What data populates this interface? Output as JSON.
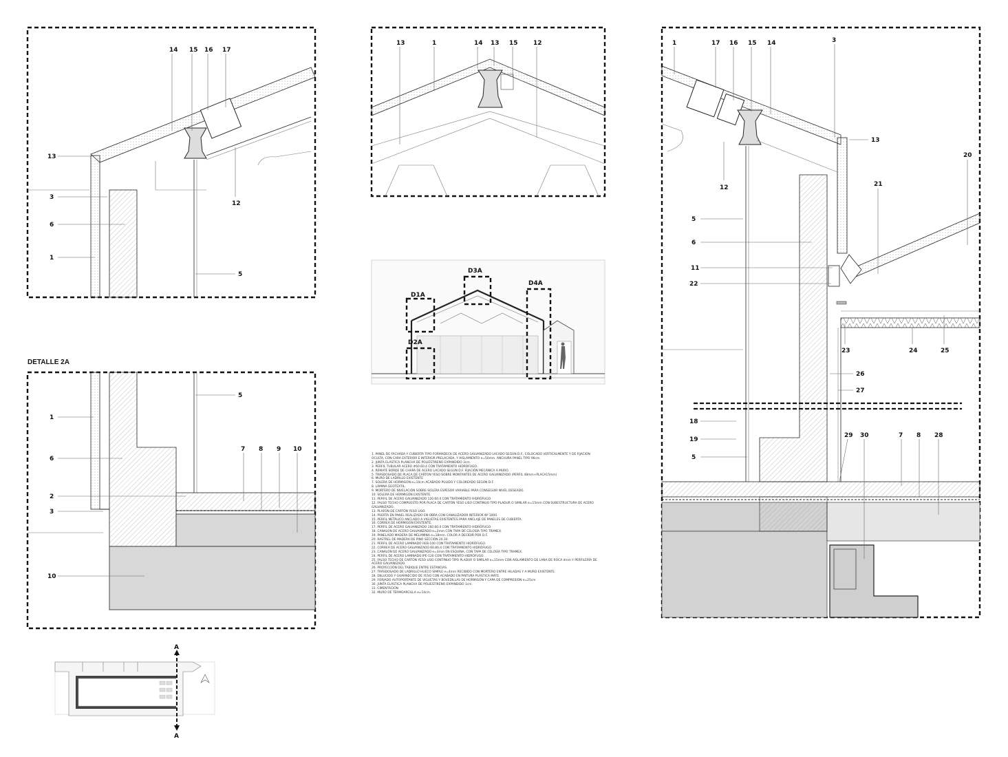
{
  "title_detail_2a": "DETALLE 2A",
  "key_labels": [
    "D1A",
    "D2A",
    "D3A",
    "D4A"
  ],
  "plan_markers": [
    "A",
    "A"
  ],
  "panels": {
    "d1a": [
      "14",
      "15",
      "16",
      "17",
      "13",
      "3",
      "6",
      "1",
      "12",
      "5"
    ],
    "d3a": [
      "13",
      "1",
      "14",
      "13",
      "15",
      "12"
    ],
    "d2a": [
      "5",
      "1",
      "6",
      "7",
      "8",
      "9",
      "10",
      "2",
      "3",
      "10"
    ],
    "d4a": [
      "1",
      "17",
      "16",
      "15",
      "14",
      "3",
      "13",
      "20",
      "21",
      "12",
      "5",
      "6",
      "11",
      "22",
      "23",
      "24",
      "25",
      "26",
      "27",
      "18",
      "19",
      "5",
      "29",
      "30",
      "7",
      "8",
      "28"
    ]
  },
  "legend": [
    "1. PANEL DE FACHADA Y CUBIERTA TIPO FORMADECK DE ACERO GALVANIZADO LACADO SEGÚN D.F., COLOCADO VERTICALMENTE Y DE FIJACIÓN OCULTA, CON CARA EXTERIOR E INTERIOR PRELACADA, Y AISLAMIENTO e=50mm. ANCHURA PANEL TIPO 96cm.",
    "2. JUNTA ELÁSTICA PLANCHA DE POLIESTIRENO EXPANDIDO 3cm.",
    "3. PERFIL TUBULAR ACERO #60.60.4 CON TRATAMIENTO HIDRÓFUGO.",
    "4. REMATE BORDE DE CHAPA DE ACERO LACADO SEGÚN D.F. FIJACIÓN MECÁNICA A MURO.",
    "5. TRASDOSADO DE PLACA DE CARTÓN YESO SOBRE MONTANTES DE ACERO GALVANIZADO (PERFIL 48mm+PLACA15mm)",
    "6. MURO DE LADRILLO EXISTENTE",
    "7. SOLERA DE HORMIGÓN e=10cm ACABADO PULIDO Y COLOREADO SEGÚN D.F.",
    "8. LÁMINA GEOTEXTIL.",
    "9. MORTERO DE NIVELACIÓN SOBRE SOLERA ESPESOR VARIABLE PARA CONSEGUIR NIVEL DESEADO.",
    "10. SOLERA DE HORMIGÓN EXISTENTE.",
    "11. PERFIL DE ACERO GALVANIZADO 120.60.4 CON TRATAMIENTO HIDRÓFUGO.",
    "12. FALSO TECHO COMPUESTO POR PLACA DE CARTÓN YESO LISO CONTINUO TIPO PLADUR O SIMILAR e=15mm CON SUBESTRUCTURA DE ACERO GALVANIZADO.",
    "13. PLAFÓN DE CARTÓN YESO LISO.",
    "14. PUERTA EN PANEL REALIZADO EN OBRA CON CANALIZADOR INTERIOR Nº 1000.",
    "15. PERFIL METÁLICO ANCLADO A VIGUETAS EXISTENTES PARA ANCLAJE DE PANELES DE CUBIERTA.",
    "16. CORREA DE HORMIGÓN EXISTENTE.",
    "17. PERFIL DE ACERO GALVANIZADO 160.60.4 CON TRATAMIENTO HIDRÓFUGO.",
    "18. CANALÓN DE ACERO GALVANIZADO e=2mm CON TAPA DE CELOSÍA TIPO TRAMEX.",
    "19. PANELADO MADERA DE MELAMINA e=18mm. COLOR A DECIDIR POR D.F.",
    "20. RASTREL DE MADERA DE PINO SECCIÓN 20.30.",
    "21. PERFIL DE ACERO LAMINADO HEB-100 CON TRATAMIENTO HIDRÓFUGO.",
    "22. CORREA DE ACERO GALVANIZADO 60.80.4 CON TRATAMIENTO HIDRÓFUGO.",
    "23. CANALÓN DE ACERO GALVANIZADO e=3mm EN ESQUINA, CON TAPA DE CELOSÍA TIPO TRAMEX.",
    "24. PERFIL DE ACERO LAMINADO IPE-120 CON TRATAMIENTO HIDRÓFUGO.",
    "25. FALSO TECHO DE CARTÓN YESO LISO CONTINUO TIPO PLADUR O SIMILAR e=15mm CON AISLAMIENTO DE LANA DE ROCA 4mm Y PERFILERÍA DE ACERO GALVANIZADO.",
    "26. PROYECCIÓN DEL TABIQUE ENTRE ESTANCIAS.",
    "27. TRASDOSADO DE LADRILLO HUECO SIMPLE e=4mm RECIBIDO CON MORTERO ENTRE HILADAS Y A MURO EXISTENTE.",
    "28. ENLUCIDO Y GUARNECIDO DE YESO CON ACABADO EN PINTURA PLÁSTICA MATE.",
    "29. FORJADO AUTOPORTANTE DE VIGUETAS Y BOVEDILLAS DE HORMIGÓN Y CAPA DE COMPRESIÓN e=25cm",
    "30. JUNTA ELÁSTICA PLANCHA DE POLIESTIRENO EXPANDIDO 1cm.",
    "31. CIMENTACIÓN",
    "32. MURO DE TERMOARCILLA e=14cm."
  ]
}
